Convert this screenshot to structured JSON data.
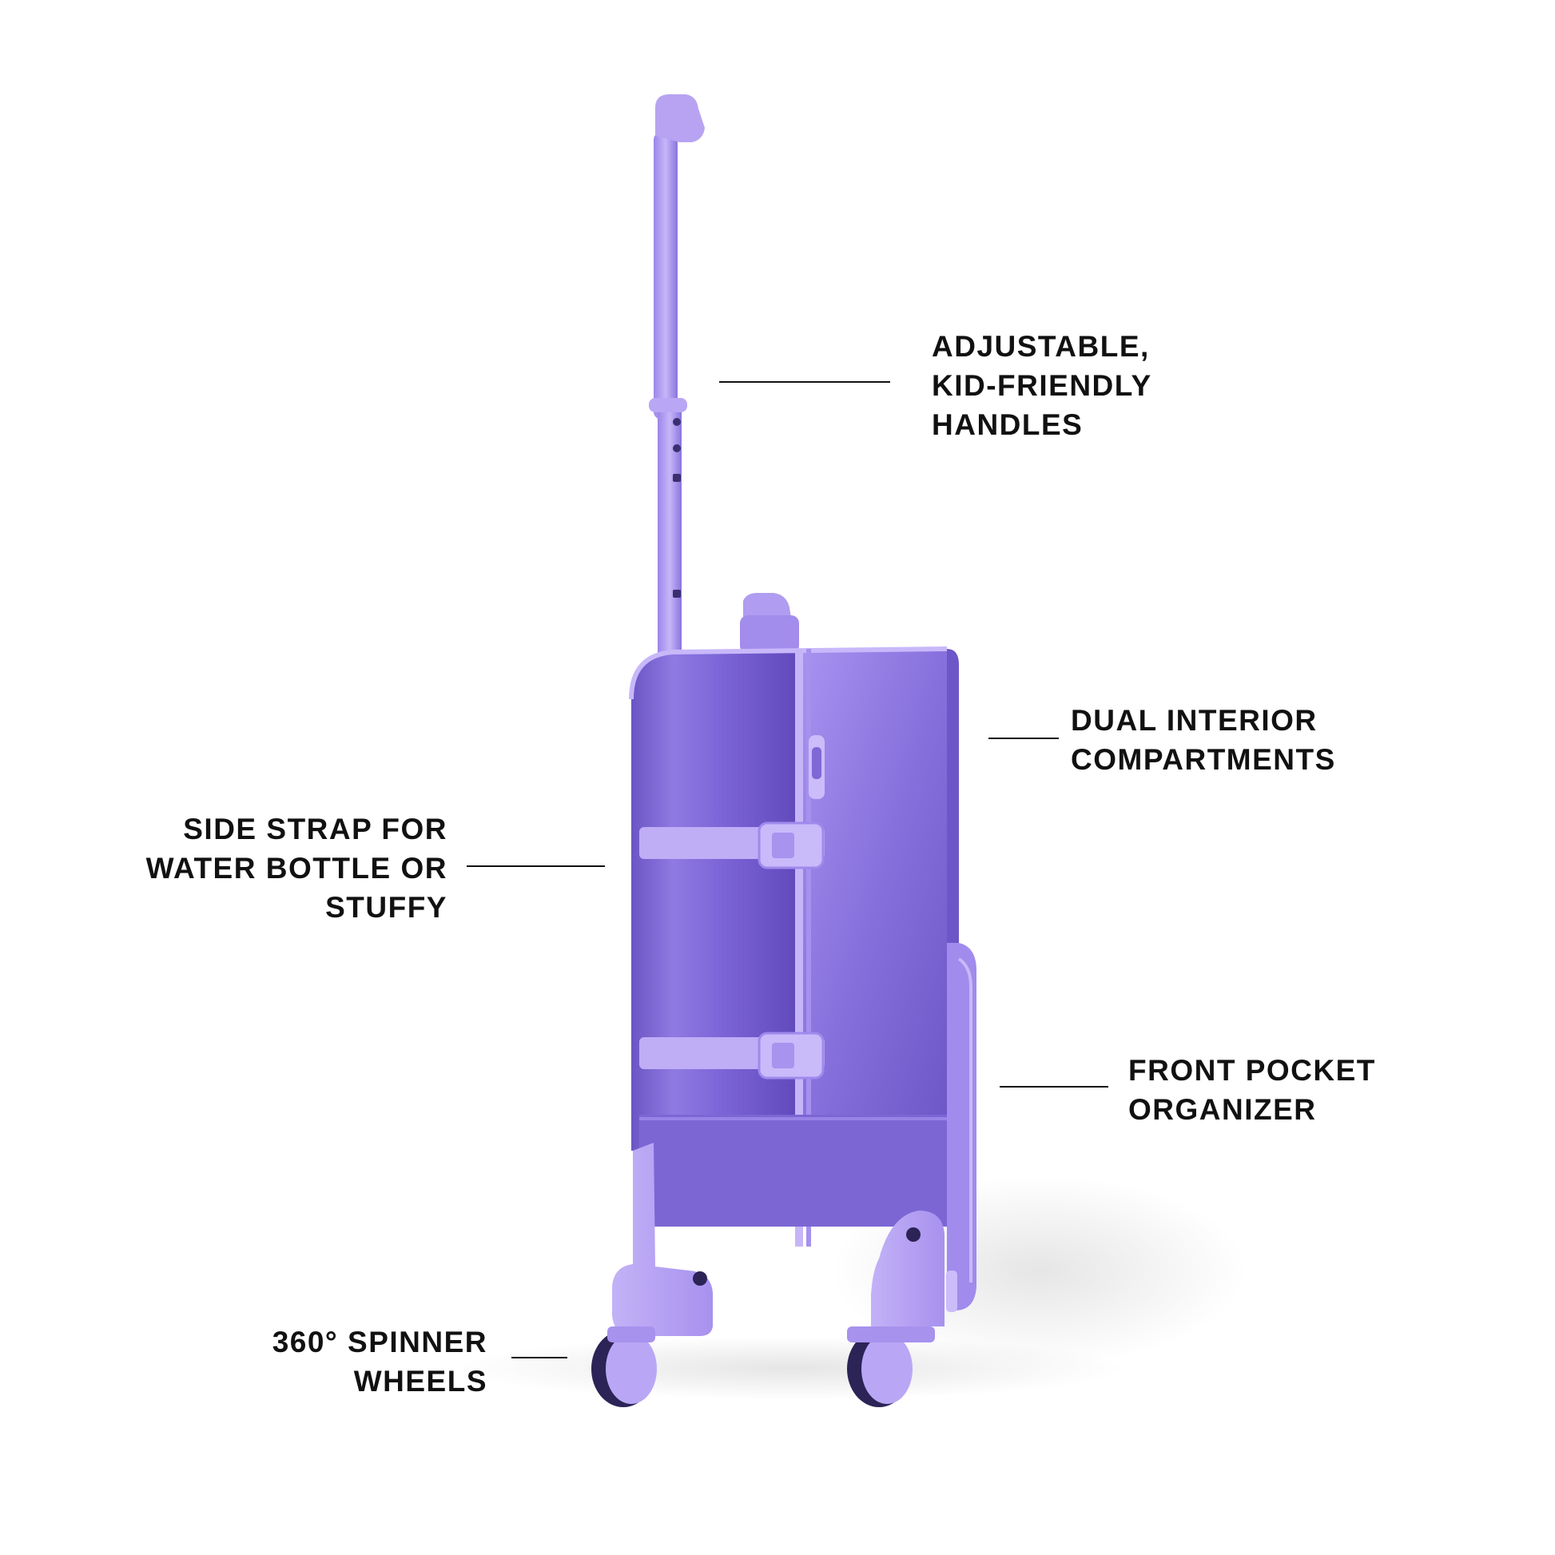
{
  "colors": {
    "background": "#ffffff",
    "text": "#111111",
    "leader_line": "#111111",
    "body_light": "#b7a3f2",
    "body_mid": "#8e78e0",
    "body_dark": "#5d47b8",
    "trim": "#c6b6f8",
    "wheel_dark": "#2c2356"
  },
  "callouts": {
    "handle": {
      "line1": "ADJUSTABLE,",
      "line2": "KID-FRIENDLY",
      "line3": "HANDLES"
    },
    "compartments": {
      "line1": "DUAL INTERIOR",
      "line2": "COMPARTMENTS"
    },
    "side_strap": {
      "line1": "SIDE STRAP FOR",
      "line2": "WATER BOTTLE OR",
      "line3": "STUFFY"
    },
    "front_pocket": {
      "line1": "FRONT POCKET",
      "line2": "ORGANIZER"
    },
    "wheels": {
      "line1": "360° SPINNER",
      "line2": "WHEELS"
    }
  },
  "icons": {
    "product": "kids-suitcase-side-view-illustration"
  }
}
